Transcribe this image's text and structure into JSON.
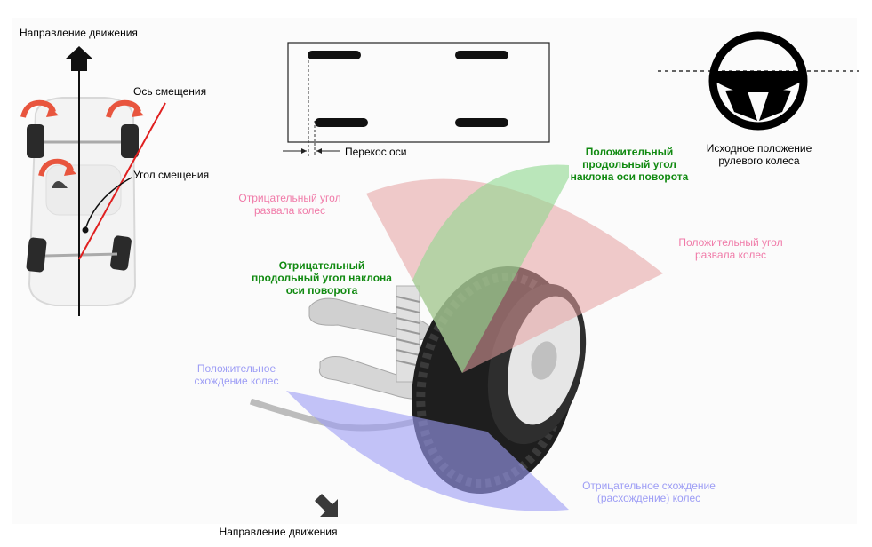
{
  "labels": {
    "direction_top": "Направление движения",
    "offset_axis": "Ось смещения",
    "offset_angle": "Угол смещения",
    "axle_skew": "Перекос оси",
    "steering_neutral": "Исходное положение\nрулевого колеса",
    "positive_caster": "Положительный\nпродольный угол\nнаклона оси поворота",
    "negative_camber": "Отрицательный угол\nразвала колес",
    "positive_camber": "Положительный угол\nразвала колес",
    "negative_caster": "Отрицательный\nпродольный угол наклона\nоси поворота",
    "positive_toe": "Положительное\nсхождение колес",
    "negative_toe": "Отрицательное схождение\n(расхождение) колес",
    "direction_bottom": "Направление движения"
  },
  "colors": {
    "camber_sector": "#e5a0a0",
    "caster_sector": "#8fd88f",
    "toe_sector": "#9d9df5",
    "camber_text": "#f07aa8",
    "caster_text": "#118a11",
    "toe_text": "#9d9df5",
    "offset_line": "#e02020"
  },
  "icons": {
    "top_arrow": "arrow-up-icon",
    "bottom_arrow": "arrow-down-left-icon",
    "steering_wheel": "steering-wheel-icon",
    "rotation_arrows": "rotate-arrow-icon"
  }
}
